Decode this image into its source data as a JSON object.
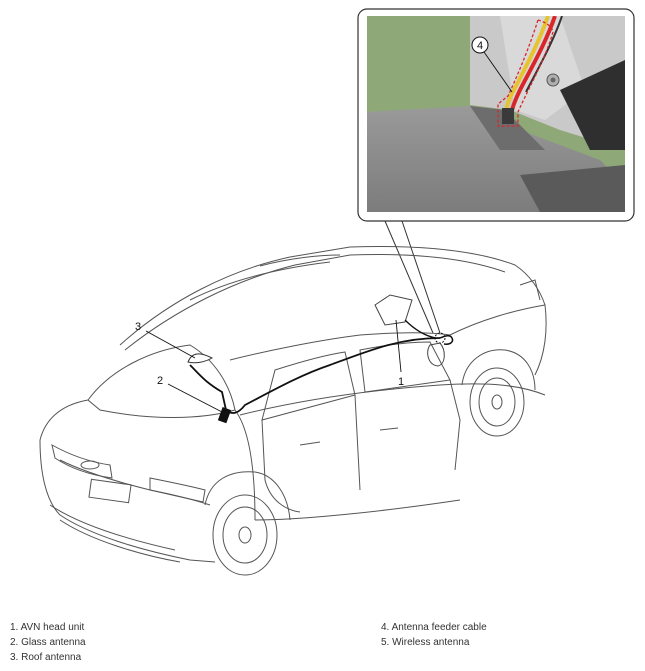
{
  "diagram": {
    "callouts": [
      {
        "id": "1",
        "label": "1"
      },
      {
        "id": "2",
        "label": "2"
      },
      {
        "id": "3",
        "label": "3"
      },
      {
        "id": "4",
        "label": "4"
      }
    ]
  },
  "legend": {
    "left": [
      "1. AVN head unit",
      "2. Glass antenna",
      "3. Roof antenna"
    ],
    "right": [
      "4. Antenna feeder cable",
      "5. Wireless antenna"
    ]
  },
  "colors": {
    "photo_wall": "#8fa878",
    "dashboard": "#8a8a8a",
    "cable_red": "#d8262b",
    "cable_yellow": "#e6c431",
    "highlight_dash": "#d8262b",
    "line_art": "#444444"
  }
}
